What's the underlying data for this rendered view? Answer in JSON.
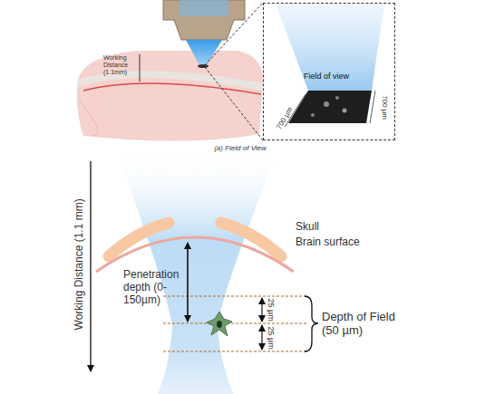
{
  "diagram": {
    "caption": "(a) Field of View",
    "nodes": [
      {
        "text": [
          "Field of view"
        ]
      }
    ],
    "labels": [
      "Working Distance (1.1mm)",
      "700 µm",
      "700 µm",
      "Working Distance (1.1 mm)",
      "Penetration depth (0-150µm)",
      "Skull",
      "Brain surface",
      "25 µm",
      "25 µm",
      "Depth of Field (50 µm)"
    ]
  }
}
